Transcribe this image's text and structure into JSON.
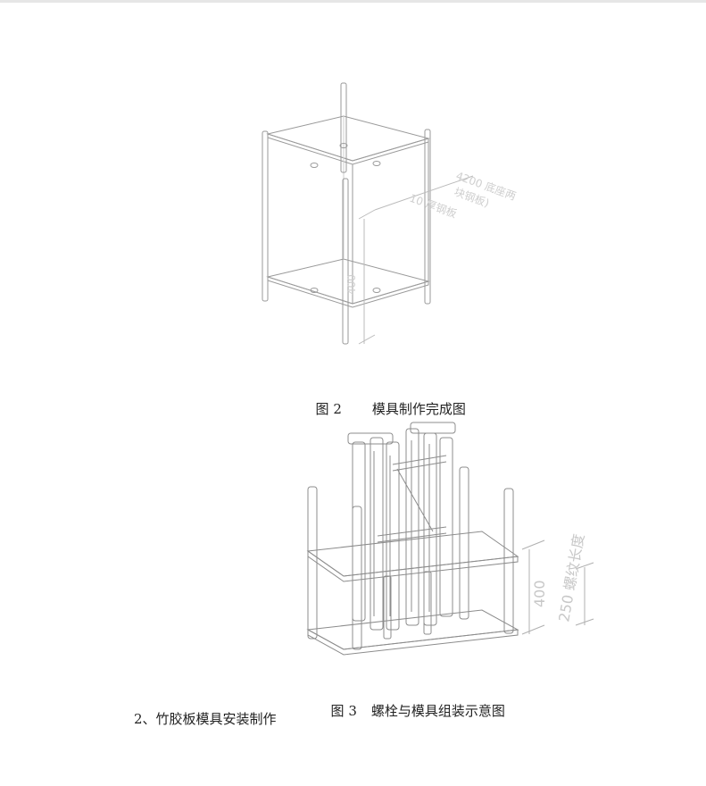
{
  "figure2": {
    "caption_number": "图 2",
    "caption_title": "模具制作完成图",
    "annotations": {
      "plate_note_line1": "4200 底座两",
      "plate_note_line2": "块钢板)",
      "plate_thickness": "10 厚钢板",
      "height": "400"
    }
  },
  "figure3": {
    "caption_number": "图 3",
    "caption_title": "螺栓与模具组装示意图",
    "annotations": {
      "height": "400",
      "thread_length": "250 螺纹长度"
    }
  },
  "section": {
    "heading": "2、竹胶板模具安装制作"
  }
}
